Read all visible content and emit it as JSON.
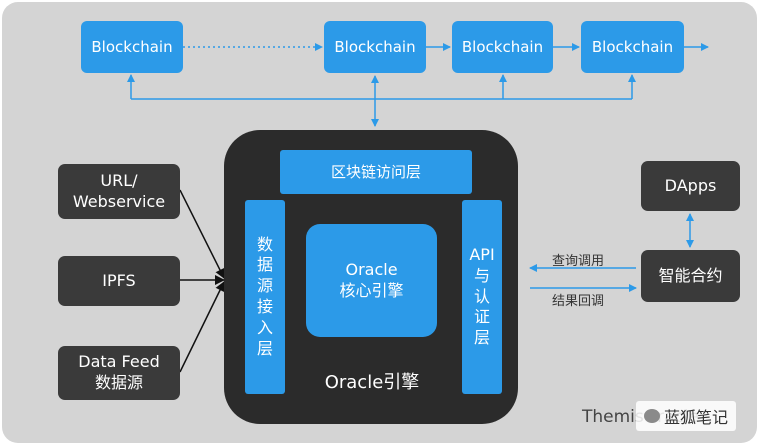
{
  "blockchains": [
    "Blockchain",
    "Blockchain",
    "Blockchain",
    "Blockchain"
  ],
  "sources": {
    "url": [
      "URL/",
      "Webservice"
    ],
    "ipfs": "IPFS",
    "datafeed": [
      "Data Feed",
      "数据源"
    ]
  },
  "engine": {
    "access_layer": "区块链访问层",
    "data_layer": [
      "数",
      "据",
      "源",
      "接",
      "入",
      "层"
    ],
    "core": [
      "Oracle",
      "核心引擎"
    ],
    "api_layer": [
      "API",
      "与",
      "认",
      "证",
      "层"
    ],
    "title": "Oracle引擎"
  },
  "dapps": "DApps",
  "contract": "智能合约",
  "labels": {
    "query": "查询调用",
    "callback": "结果回调"
  },
  "watermark": {
    "brand": "ThemisOracle",
    "account": "蓝狐笔记"
  },
  "colors": {
    "blue": "#2c9ae8",
    "dark": "#3a3a3a",
    "panel": "#d4d4d4"
  }
}
